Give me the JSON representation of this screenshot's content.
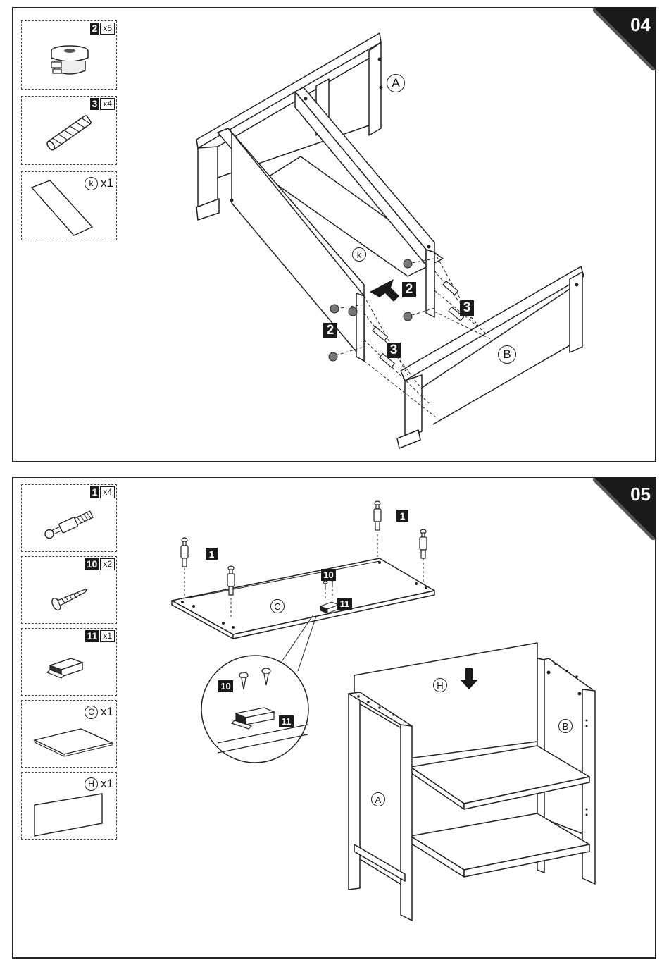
{
  "steps": [
    {
      "number": "04",
      "parts": [
        {
          "id": "2",
          "count": "x5",
          "icon": "cam-lock-icon"
        },
        {
          "id": "3",
          "count": "x4",
          "icon": "wooden-dowel-icon"
        },
        {
          "letter": "k",
          "count": "x1",
          "icon": "panel-k-icon"
        }
      ],
      "labels": {
        "panel_a": "A",
        "panel_b": "B",
        "panel_k": "k"
      },
      "callouts": {
        "cam_upper": "2",
        "dowel_upper": "3",
        "cam_lower": "2",
        "dowel_lower": "3"
      }
    },
    {
      "number": "05",
      "parts": [
        {
          "id": "1",
          "count": "x4",
          "icon": "cam-bolt-icon"
        },
        {
          "id": "10",
          "count": "x2",
          "icon": "screw-icon"
        },
        {
          "id": "11",
          "count": "x1",
          "icon": "magnet-catch-icon"
        },
        {
          "letter": "C",
          "count": "x1",
          "icon": "shelf-c-icon"
        },
        {
          "letter": "H",
          "count": "x1",
          "icon": "back-panel-h-icon"
        }
      ],
      "labels": {
        "shelf_c": "C",
        "panel_h": "H",
        "panel_a": "A",
        "panel_b": "B"
      },
      "callouts": {
        "bolt_left": "1",
        "bolt_right": "1",
        "screw": "10",
        "magnet": "11",
        "zoom_screw": "10",
        "zoom_magnet": "11"
      }
    }
  ],
  "colors": {
    "ink": "#1a1a1a",
    "badge": "#1a1a1a",
    "paper": "#ffffff"
  }
}
